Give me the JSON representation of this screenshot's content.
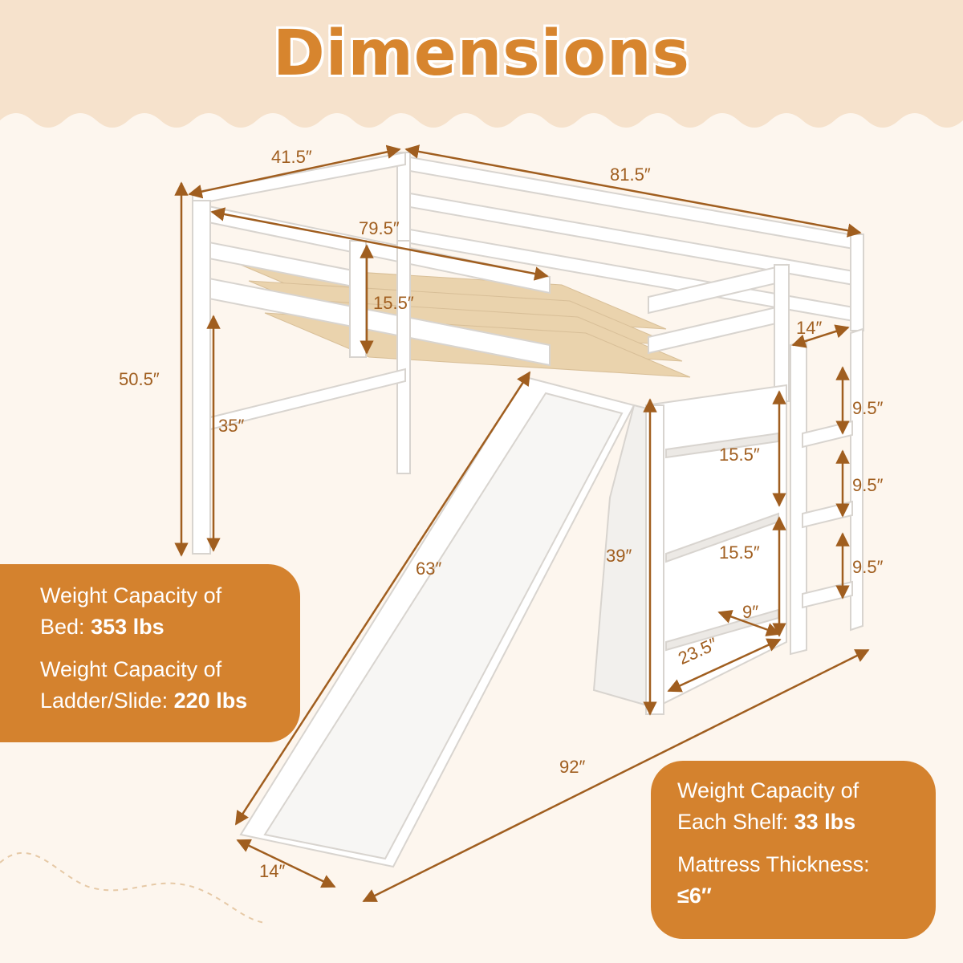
{
  "header": {
    "title": "Dimensions"
  },
  "dimensions": {
    "width_top": "41.5″",
    "length_outer": "81.5″",
    "length_inner": "79.5″",
    "guardrail_height": "15.5″",
    "total_height": "50.5″",
    "under_bed_clearance": "35″",
    "ladder_width": "14″",
    "step_1": "9.5″",
    "step_2": "9.5″",
    "step_3": "9.5″",
    "shelf_1_height": "15.5″",
    "shelf_2_height": "15.5″",
    "shelf_depth": "9″",
    "shelf_width": "23.5″",
    "storage_height": "39″",
    "slide_length": "63″",
    "slide_width": "14″",
    "total_length": "92″"
  },
  "capacity_bed_ladder": {
    "bed_label_1": "Weight Capacity of",
    "bed_label_2": "Bed:",
    "bed_value": "353 lbs",
    "ladder_label_1": "Weight Capacity of",
    "ladder_label_2": "Ladder/Slide:",
    "ladder_value": "220 lbs"
  },
  "capacity_shelf": {
    "shelf_label_1": "Weight Capacity of",
    "shelf_label_2": "Each Shelf:",
    "shelf_value": "33 lbs",
    "mattress_label": "Mattress Thickness:",
    "mattress_value": "≤6″"
  },
  "colors": {
    "accent": "#d4822e",
    "title": "#d7852e",
    "dimension_text": "#a05e1f",
    "background": "#fdf6ee",
    "header_band": "#f6e2cc"
  }
}
